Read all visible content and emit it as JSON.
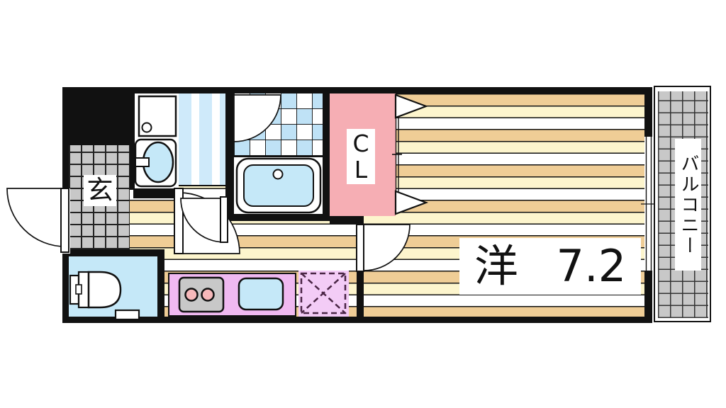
{
  "labels": {
    "entrance": "玄",
    "closet": "CL",
    "main_room": "洋 7.2",
    "balcony": "バルコニー"
  },
  "colors": {
    "wall": "#111111",
    "floor_tan": "#efcd96",
    "floor_cream": "#fdf5cd",
    "floor_white": "#ffffff",
    "closet_pink": "#f6aeb4",
    "water_blue": "#c5e8f8",
    "tile_blue": "#bfe2f6",
    "washroom_blue": "#cfeafa",
    "tile_gray": "#c8c8c8",
    "stove_gray": "#c8c8c8",
    "kitchen_purple": "#f0b9f1",
    "burner_pink": "#f6b8ba",
    "fridge_purple": "#f3ccf6",
    "fridge_dash": "#4a2545"
  }
}
